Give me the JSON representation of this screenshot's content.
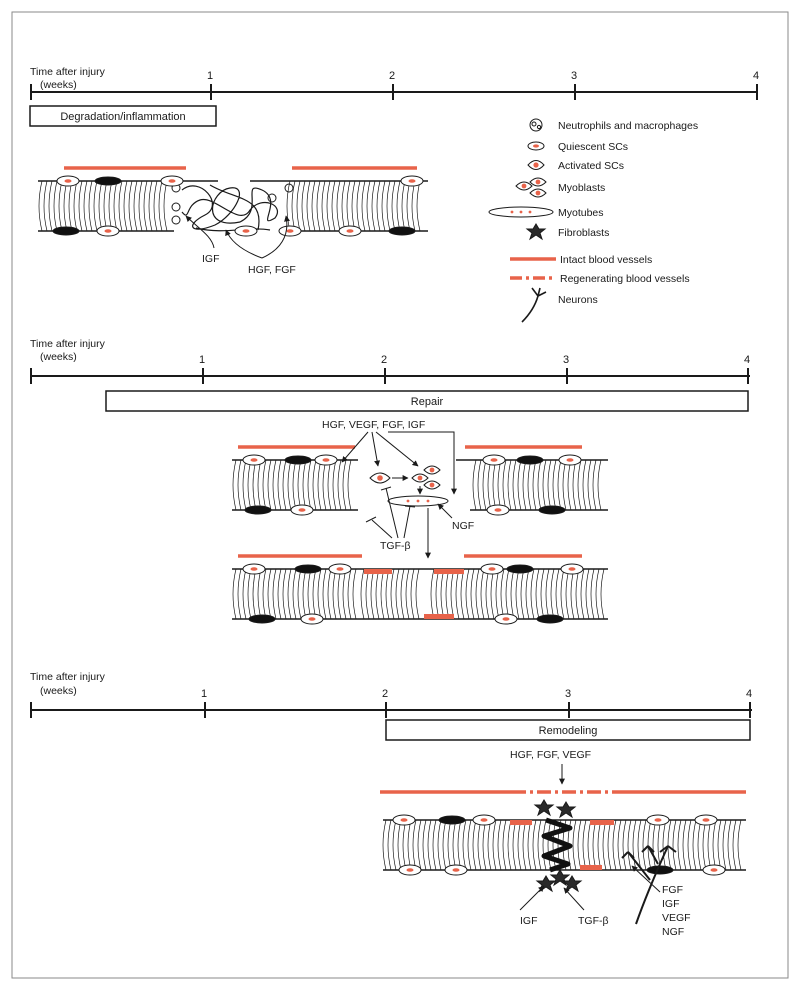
{
  "timeline": {
    "label_line1": "Time after injury",
    "label_line2": "(weeks)",
    "ticks": [
      "1",
      "2",
      "3",
      "4"
    ]
  },
  "panels": [
    {
      "phase": "Degradation/inflammation",
      "factors": [
        "IGF",
        "HGF, FGF"
      ]
    },
    {
      "phase": "Repair",
      "factors": [
        "HGF, VEGF, FGF, IGF",
        "TGF-β",
        "NGF"
      ]
    },
    {
      "phase": "Remodeling",
      "factors": [
        "HGF, FGF, VEGF",
        "IGF",
        "TGF-β",
        "FGF",
        "IGF",
        "VEGF",
        "NGF"
      ]
    }
  ],
  "legend": [
    {
      "label": "Neutrophils and macrophages",
      "icon": "neutrophil-macrophage-icon"
    },
    {
      "label": "Quiescent SCs",
      "icon": "quiescent-sc-icon"
    },
    {
      "label": "Activated SCs",
      "icon": "activated-sc-icon"
    },
    {
      "label": "Myoblasts",
      "icon": "myoblast-icon"
    },
    {
      "label": "Myotubes",
      "icon": "myotube-icon"
    },
    {
      "label": "Fibroblasts",
      "icon": "fibroblast-icon"
    },
    {
      "label": "Intact blood vessels",
      "icon": "intact-vessel-icon"
    },
    {
      "label": "Regenerating blood vessels",
      "icon": "regenerating-vessel-icon"
    },
    {
      "label": "Neurons",
      "icon": "neuron-icon"
    }
  ],
  "colors": {
    "vessel": "#e8634a",
    "line": "#1a1a1a",
    "nucleus": "#e8634a"
  }
}
